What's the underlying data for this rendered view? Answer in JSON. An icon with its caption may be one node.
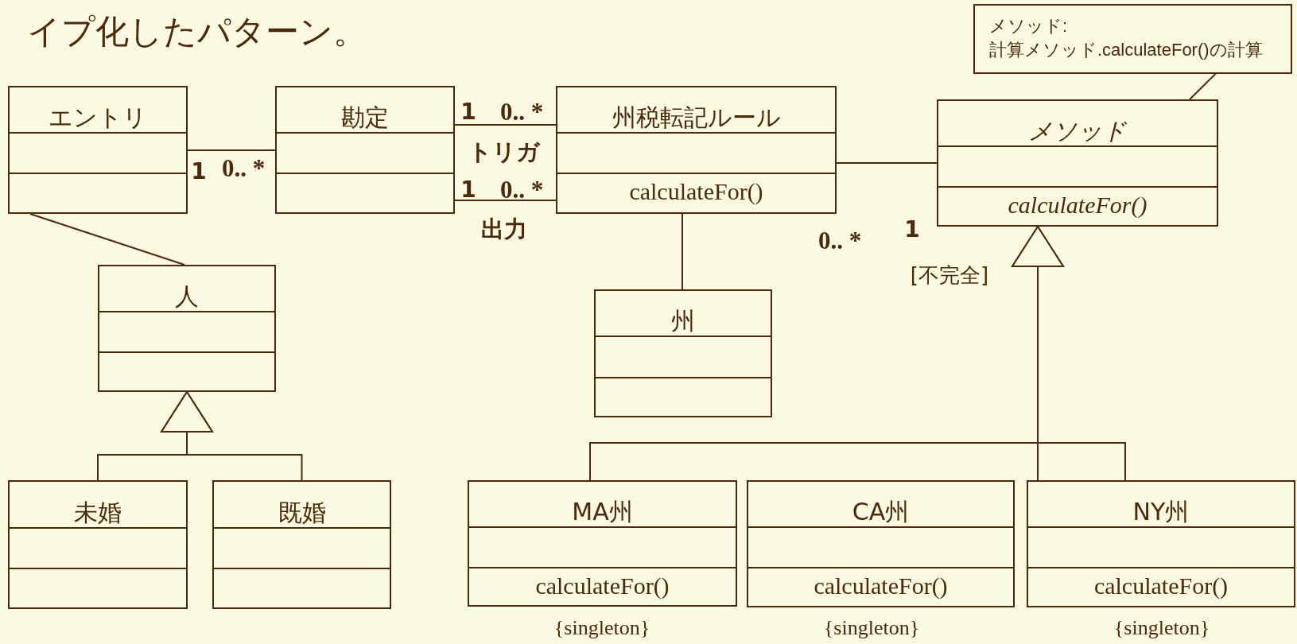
{
  "diagram": {
    "title": "イプ化したパターン。",
    "nodes": [
      {
        "text": [
          "エントリ"
        ]
      },
      {
        "text": [
          "勘定"
        ]
      },
      {
        "text": [
          "州税転記ルール",
          "calculateFor()"
        ]
      },
      {
        "text": [
          "メソッド",
          "calculateFor()"
        ]
      },
      {
        "text": [
          "メソッド:",
          "計算メソッド.calculateFor()の計算"
        ]
      },
      {
        "text": [
          "人"
        ]
      },
      {
        "text": [
          "州"
        ]
      },
      {
        "text": [
          "未婚"
        ]
      },
      {
        "text": [
          "既婚"
        ]
      },
      {
        "text": [
          "MA州",
          "calculateFor()"
        ],
        "beside": [
          "{singleton}"
        ]
      },
      {
        "text": [
          "CA州",
          "calculateFor()"
        ],
        "beside": [
          "{singleton}"
        ]
      },
      {
        "text": [
          "NY州",
          "calculateFor()"
        ],
        "beside": [
          "{singleton}"
        ]
      }
    ],
    "edges": [
      {
        "from": 0,
        "to": 1,
        "arrow": "none"
      },
      {
        "from": 1,
        "to": 2,
        "arrow": "none",
        "label": "トリガ"
      },
      {
        "from": 1,
        "to": 2,
        "arrow": "none",
        "label": "出力"
      },
      {
        "from": 2,
        "to": 3,
        "arrow": "none"
      },
      {
        "from": 2,
        "to": 6,
        "arrow": "none"
      },
      {
        "from": 0,
        "to": 5,
        "arrow": "none"
      },
      {
        "from": 7,
        "to": 5,
        "arrow": "to"
      },
      {
        "from": 8,
        "to": 5,
        "arrow": "to"
      },
      {
        "from": 9,
        "to": 3,
        "arrow": "to"
      },
      {
        "from": 11,
        "to": 3,
        "arrow": "to"
      },
      {
        "from": 4,
        "to": 3,
        "arrow": "none"
      }
    ],
    "labels": [
      "1",
      "0.. *",
      "1",
      "0.. *",
      "1",
      "0.. *",
      "0.. *",
      "1",
      "[不完全]"
    ]
  }
}
